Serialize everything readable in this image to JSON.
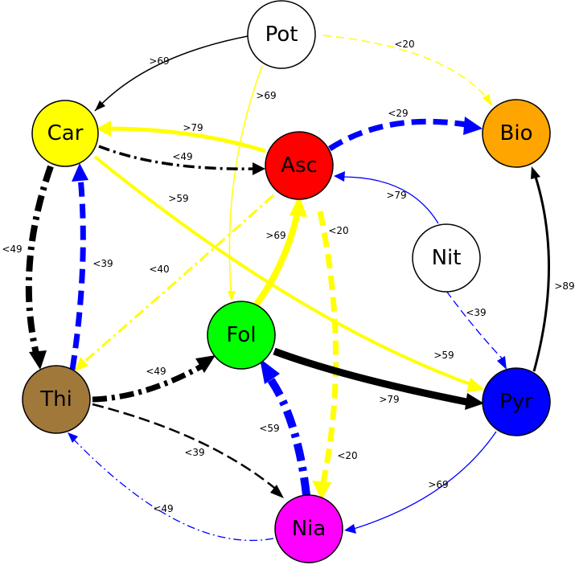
{
  "nodes": [
    {
      "id": "Pot",
      "label": "Pot",
      "color": "#ffffff"
    },
    {
      "id": "Car",
      "label": "Car",
      "color": "#ffff00"
    },
    {
      "id": "Asc",
      "label": "Asc",
      "color": "#ff0000"
    },
    {
      "id": "Bio",
      "label": "Bio",
      "color": "#ffa500"
    },
    {
      "id": "Nit",
      "label": "Nit",
      "color": "#ffffff"
    },
    {
      "id": "Fol",
      "label": "Fol",
      "color": "#00ff00"
    },
    {
      "id": "Thi",
      "label": "Thi",
      "color": "#a0783a"
    },
    {
      "id": "Pyr",
      "label": "Pyr",
      "color": "#0000ff"
    },
    {
      "id": "Nia",
      "label": "Nia",
      "color": "#ff00ff"
    }
  ],
  "edges": [
    {
      "from": "Pot",
      "to": "Car",
      "label": ">69",
      "color": "#000000",
      "style": "solid"
    },
    {
      "from": "Pot",
      "to": "Bio",
      "label": "<20",
      "color": "#ffff00",
      "style": "dashed"
    },
    {
      "from": "Pot",
      "to": "Fol",
      "label": ">69",
      "color": "#ffff00",
      "style": "solid"
    },
    {
      "from": "Asc",
      "to": "Car",
      "label": ">79",
      "color": "#ffff00",
      "style": "solid"
    },
    {
      "from": "Car",
      "to": "Asc",
      "label": "<49",
      "color": "#000000",
      "style": "dashdot"
    },
    {
      "from": "Asc",
      "to": "Bio",
      "label": "<29",
      "color": "#0000ff",
      "style": "dashed"
    },
    {
      "from": "Car",
      "to": "Pyr",
      "label": ">59",
      "color": "#ffff00",
      "style": "solid"
    },
    {
      "from": "Car",
      "to": "Thi",
      "label": "<49",
      "color": "#000000",
      "style": "dashdot"
    },
    {
      "from": "Thi",
      "to": "Car",
      "label": "<39",
      "color": "#0000ff",
      "style": "dashed"
    },
    {
      "from": "Asc",
      "to": "Thi",
      "label": "<40",
      "color": "#ffff00",
      "style": "dashdot"
    },
    {
      "from": "Nit",
      "to": "Asc",
      "label": ">79",
      "color": "#0000ff",
      "style": "solid"
    },
    {
      "from": "Nit",
      "to": "Pyr",
      "label": "<39",
      "color": "#0000ff",
      "style": "dashed"
    },
    {
      "from": "Pyr",
      "to": "Bio",
      "label": ">89",
      "color": "#000000",
      "style": "solid"
    },
    {
      "from": "Fol",
      "to": "Asc",
      "label": ">69",
      "color": "#ffff00",
      "style": "solid"
    },
    {
      "from": "Asc",
      "to": "Nia",
      "label": "<20",
      "color": "#ffff00",
      "style": "dashed"
    },
    {
      "from": "Fol",
      "to": "Pyr",
      "label": ">79",
      "color": "#000000",
      "style": "solid"
    },
    {
      "from": "Thi",
      "to": "Fol",
      "label": "<49",
      "color": "#000000",
      "style": "dashdot"
    },
    {
      "from": "Nia",
      "to": "Fol",
      "label": "<59",
      "color": "#0000ff",
      "style": "dashdot"
    },
    {
      "from": "Thi",
      "to": "Nia",
      "label": "<39",
      "color": "#000000",
      "style": "dashed"
    },
    {
      "from": "Nia",
      "to": "Thi",
      "label": "<49",
      "color": "#0000ff",
      "style": "dashdot"
    },
    {
      "from": "Pyr",
      "to": "Nia",
      "label": ">69",
      "color": "#0000ff",
      "style": "solid"
    }
  ]
}
